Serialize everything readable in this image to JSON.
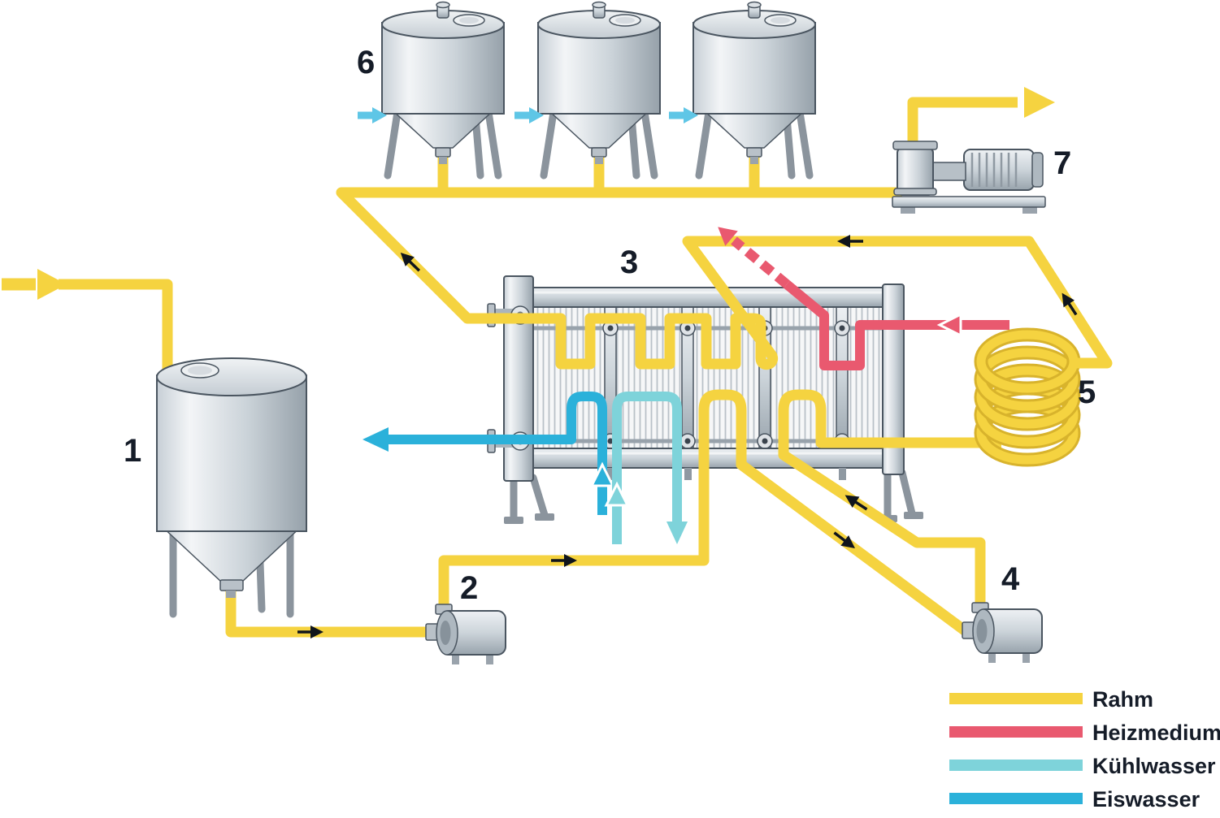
{
  "labels": {
    "n1": "1",
    "n2": "2",
    "n3": "3",
    "n4": "4",
    "n5": "5",
    "n6": "6",
    "n7": "7"
  },
  "legend": {
    "items": [
      {
        "label": "Rahm",
        "color": "#F5D340"
      },
      {
        "label": "Heizmedium",
        "color": "#E9596F"
      },
      {
        "label": "Kühlwasser",
        "color": "#7ED3DA"
      },
      {
        "label": "Eiswasser",
        "color": "#2BB1DA"
      }
    ]
  },
  "colors": {
    "cream": "#F5D340",
    "heating_medium": "#E9596F",
    "cooling_water": "#7ED3DA",
    "ice_water": "#2BB1DA",
    "tank_inlet_arrow": "#5FC6E6",
    "flow_arrow": "#10151C",
    "equipment_outline": "#4A5560",
    "background": "#FFFFFF"
  }
}
